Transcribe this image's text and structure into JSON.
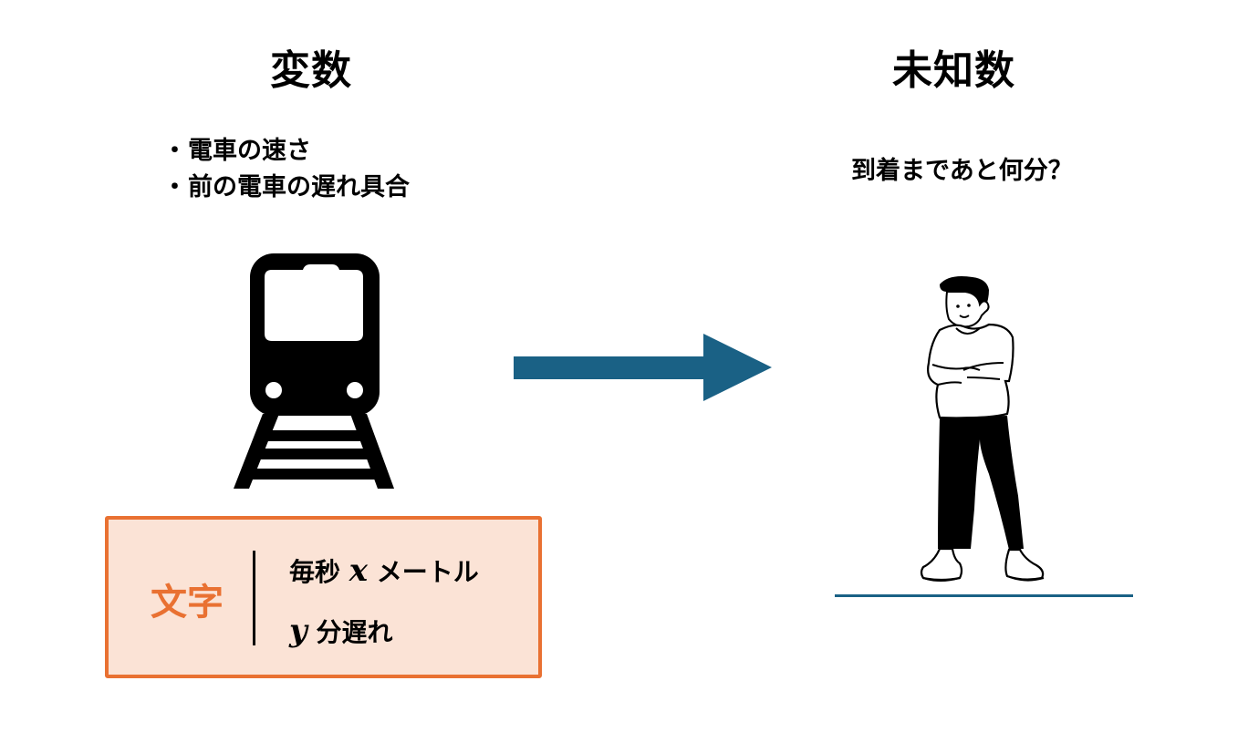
{
  "left": {
    "title": "変数",
    "bullets": [
      {
        "marker": "・",
        "text": "電車の速さ"
      },
      {
        "marker": "・",
        "text": "前の電車の遅れ具合"
      }
    ],
    "icon": "train-icon"
  },
  "right": {
    "title": "未知数",
    "question": "到着まであと何分？",
    "icon": "person-waiting-illustration"
  },
  "arrow": {
    "icon": "right-arrow-icon",
    "color": "#1A6185"
  },
  "variable_box": {
    "label": "文字",
    "lines": [
      {
        "prefix": "毎秒",
        "symbol": "x",
        "suffix": "メートル"
      },
      {
        "prefix": "",
        "symbol": "y",
        "suffix": "分遅れ"
      }
    ],
    "border_color": "#E97132",
    "background_color": "#FBE3D6"
  },
  "colors": {
    "accent": "#1A6185",
    "orange": "#E97132"
  }
}
